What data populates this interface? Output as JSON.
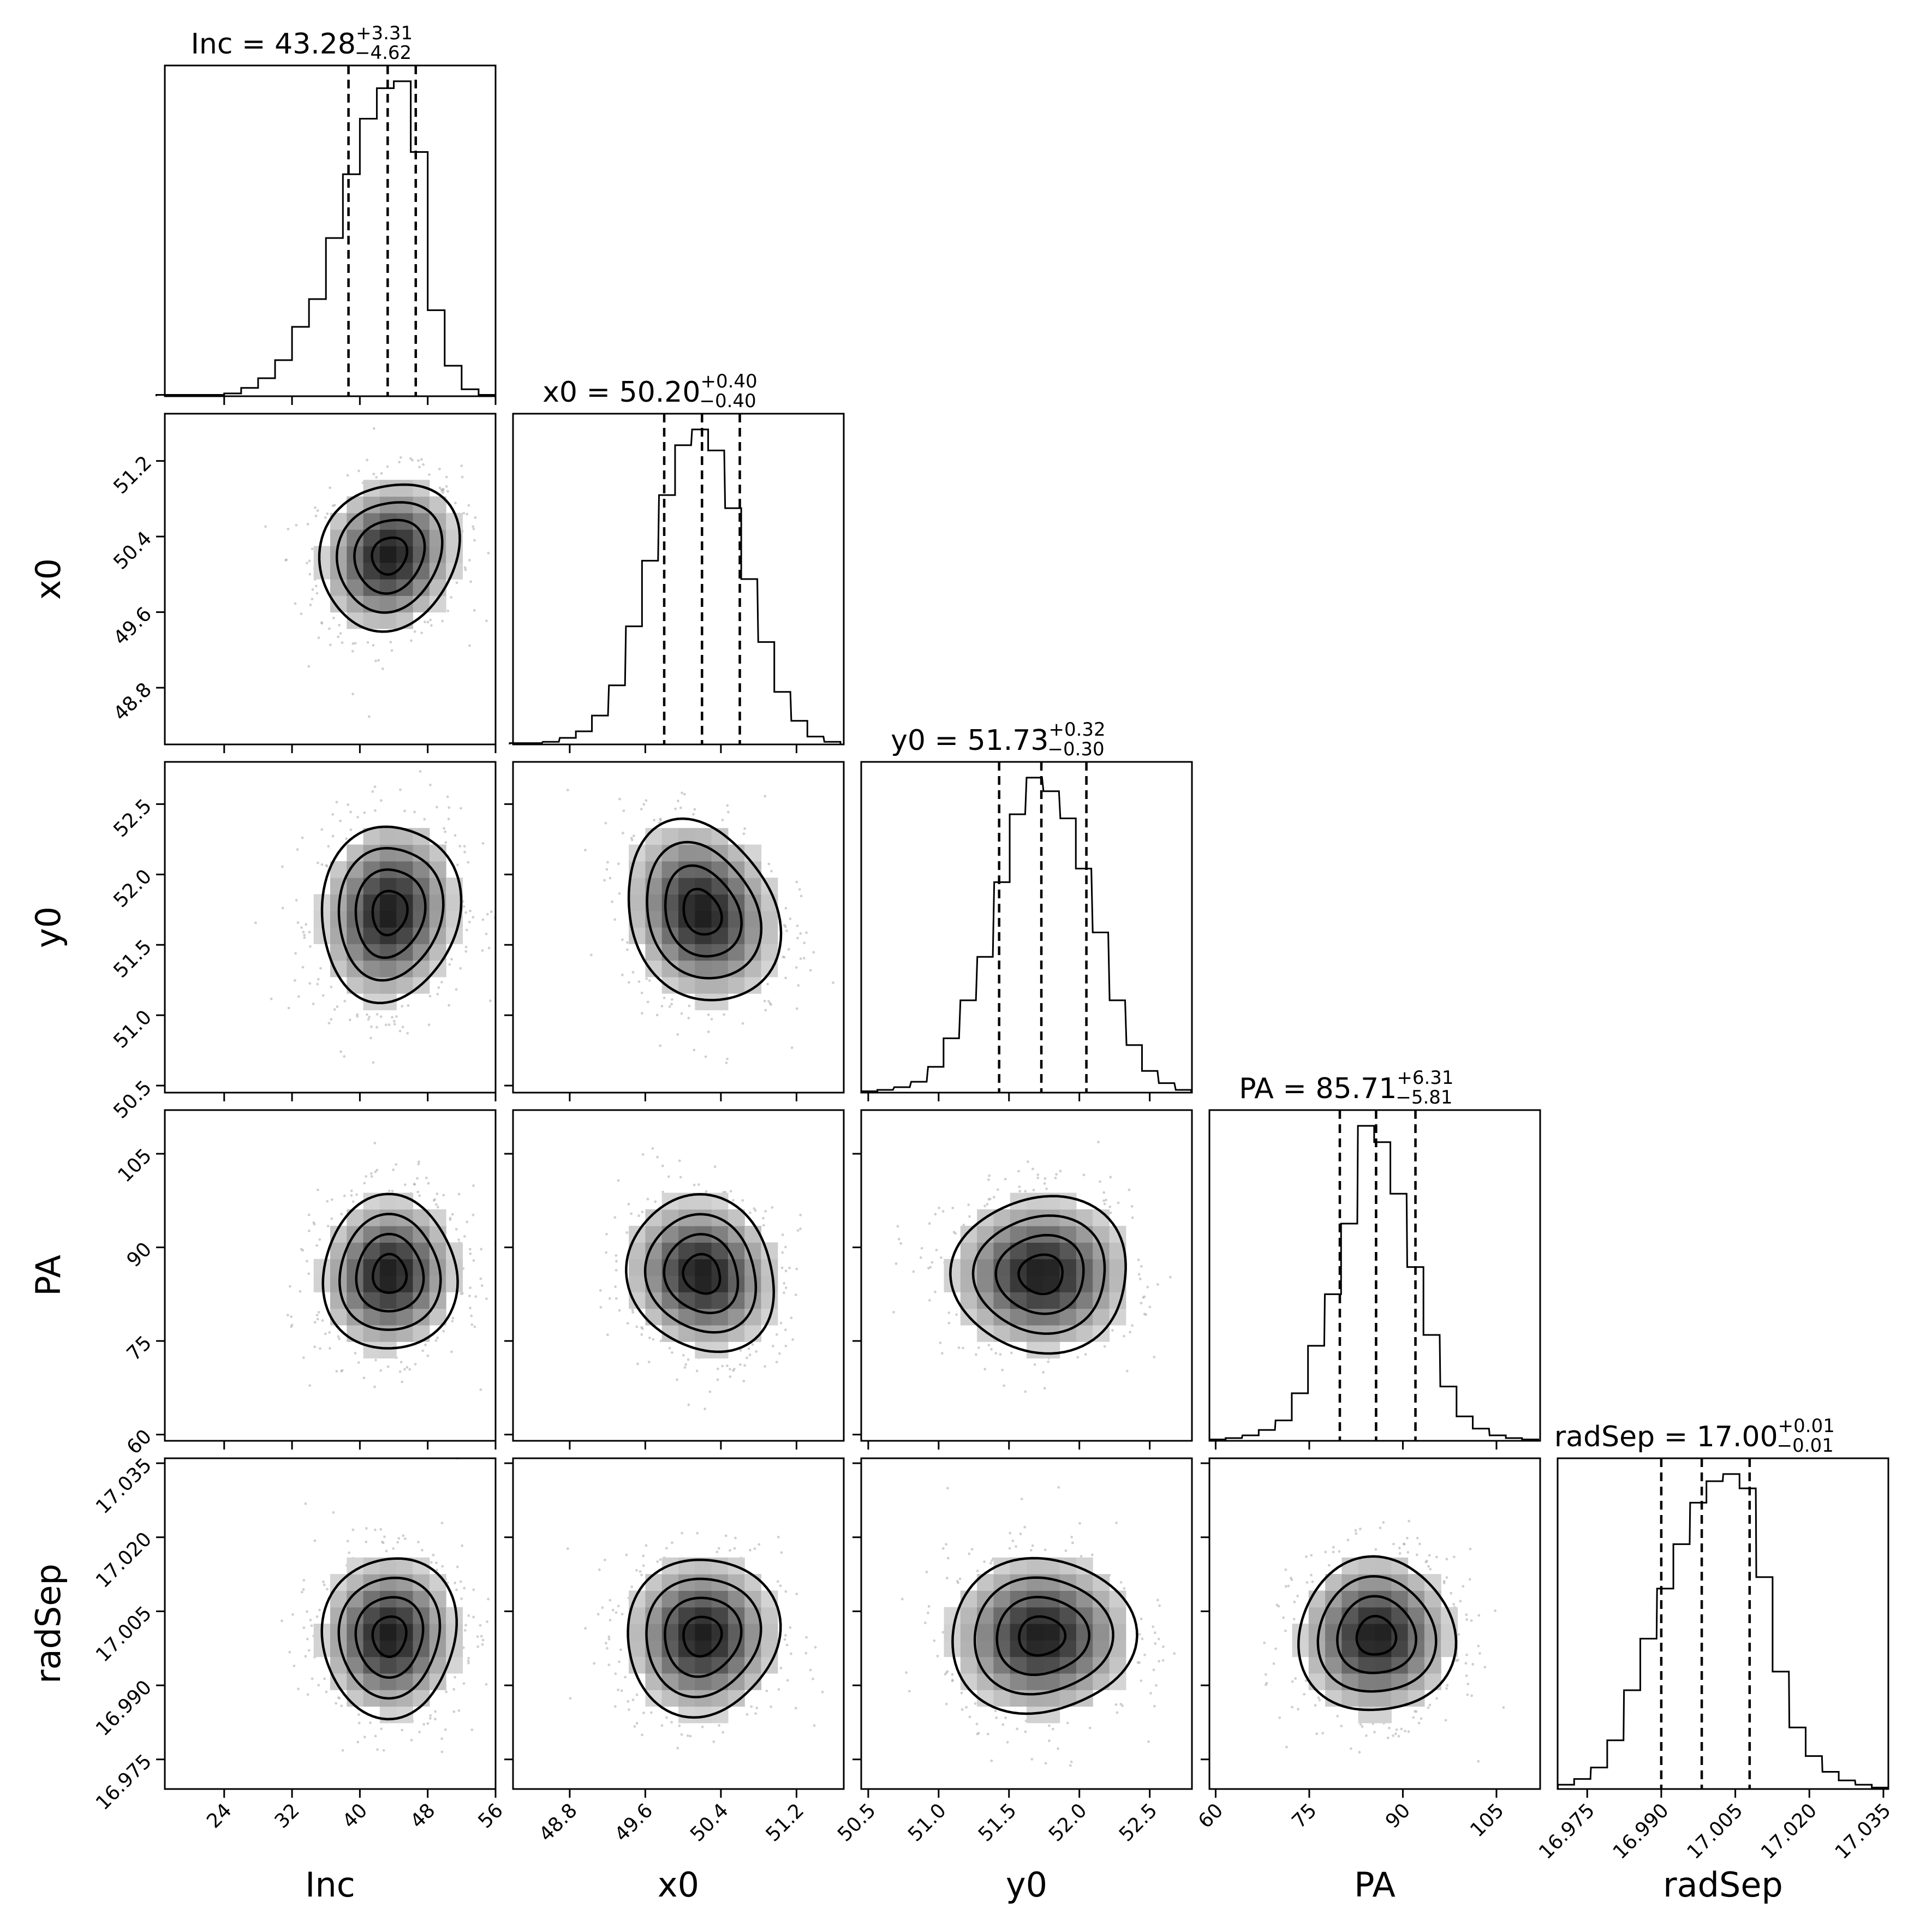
{
  "chart_data": {
    "type": "corner",
    "parameters": [
      {
        "name": "Inc",
        "label": "Inc",
        "title_prefix": "Inc = ",
        "median": "43.28",
        "plus": "+3.31",
        "minus": "−4.62",
        "range": [
          17,
          56
        ],
        "ticks": [
          24,
          32,
          40,
          48,
          56
        ],
        "tick_labels": [
          "24",
          "32",
          "40",
          "48",
          "56"
        ],
        "quantiles": [
          38.66,
          43.28,
          46.59
        ],
        "hist_x": [
          17,
          19,
          21,
          23,
          25,
          27,
          29,
          31,
          33,
          35,
          37,
          39,
          41,
          43,
          45,
          47,
          49,
          51,
          53,
          55
        ],
        "hist_y": [
          1,
          1,
          1,
          1,
          2,
          6,
          13,
          26,
          50,
          70,
          114,
          160,
          200,
          222,
          227,
          176,
          62,
          22,
          5,
          1
        ]
      },
      {
        "name": "x0",
        "label": "x0",
        "title_prefix": "x0 = ",
        "median": "50.20",
        "plus": "+0.40",
        "minus": "−0.40",
        "range": [
          48.2,
          51.7
        ],
        "ticks": [
          48.8,
          49.6,
          50.4,
          51.2
        ],
        "tick_labels": [
          "48.8",
          "49.6",
          "50.4",
          "51.2"
        ],
        "quantiles": [
          49.8,
          50.2,
          50.6
        ],
        "hist_x": [
          48.25,
          48.42,
          48.6,
          48.78,
          48.95,
          49.12,
          49.3,
          49.48,
          49.65,
          49.83,
          50.0,
          50.18,
          50.35,
          50.53,
          50.7,
          50.88,
          51.05,
          51.23,
          51.4,
          51.58
        ],
        "hist_y": [
          1,
          1,
          2,
          5,
          10,
          22,
          45,
          90,
          140,
          190,
          228,
          240,
          224,
          180,
          126,
          78,
          40,
          18,
          6,
          2
        ]
      },
      {
        "name": "y0",
        "label": "y0",
        "title_prefix": "y0 = ",
        "median": "51.73",
        "plus": "+0.32",
        "minus": "−0.30",
        "range": [
          50.45,
          52.8
        ],
        "ticks": [
          50.5,
          51.0,
          51.5,
          52.0,
          52.5
        ],
        "tick_labels": [
          "50.5",
          "51.0",
          "51.5",
          "52.0",
          "52.5"
        ],
        "quantiles": [
          51.43,
          51.73,
          52.05
        ],
        "hist_x": [
          50.51,
          50.62,
          50.74,
          50.86,
          50.98,
          51.09,
          51.21,
          51.33,
          51.45,
          51.56,
          51.68,
          51.8,
          51.92,
          52.03,
          52.15,
          52.27,
          52.39,
          52.5,
          52.62,
          52.74
        ],
        "hist_y": [
          1,
          2,
          4,
          8,
          19,
          40,
          68,
          100,
          155,
          205,
          232,
          222,
          202,
          165,
          118,
          68,
          35,
          16,
          7,
          2
        ]
      },
      {
        "name": "PA",
        "label": "PA",
        "title_prefix": "PA = ",
        "median": "85.71",
        "plus": "+6.31",
        "minus": "−5.81",
        "range": [
          59,
          112
        ],
        "ticks": [
          60,
          75,
          90,
          105
        ],
        "tick_labels": [
          "60",
          "75",
          "90",
          "105"
        ],
        "quantiles": [
          79.9,
          85.71,
          92.02
        ],
        "hist_x": [
          60.3,
          62.9,
          65.6,
          68.2,
          70.9,
          73.5,
          76.1,
          78.8,
          81.4,
          84.1,
          86.7,
          89.3,
          92.0,
          94.6,
          97.3,
          99.9,
          102.5,
          105.2,
          107.8,
          110.4
        ],
        "hist_y": [
          1,
          2,
          4,
          8,
          15,
          35,
          70,
          108,
          160,
          232,
          220,
          182,
          128,
          78,
          40,
          18,
          9,
          4,
          2,
          1
        ]
      },
      {
        "name": "radSep",
        "label": "radSep",
        "title_prefix": "radSep = ",
        "median": "17.00",
        "plus": "+0.01",
        "minus": "−0.01",
        "range": [
          16.969,
          17.036
        ],
        "ticks": [
          16.975,
          16.99,
          17.005,
          17.02,
          17.035
        ],
        "tick_labels": [
          "16.975",
          "16.990",
          "17.005",
          "17.020",
          "17.035"
        ],
        "quantiles": [
          16.99,
          16.9982,
          17.0079
        ],
        "hist_x": [
          16.9707,
          16.974,
          16.9774,
          16.9807,
          16.9841,
          16.9874,
          16.9908,
          16.9941,
          16.9975,
          17.0008,
          17.0042,
          17.0075,
          17.0109,
          17.0142,
          17.0176,
          17.0209,
          17.0243,
          17.0276,
          17.031,
          17.0343
        ],
        "hist_y": [
          3,
          7,
          15,
          34,
          69,
          105,
          140,
          171,
          200,
          215,
          220,
          210,
          148,
          82,
          43,
          23,
          12,
          6,
          3,
          1
        ]
      }
    ],
    "pairs": [
      {
        "x": "Inc",
        "y": "x0",
        "center": [
          43.5,
          50.2
        ],
        "sigma": [
          4.0,
          0.4
        ],
        "rho": 0.12
      },
      {
        "x": "Inc",
        "y": "y0",
        "center": [
          43.5,
          51.73
        ],
        "sigma": [
          4.0,
          0.32
        ],
        "rho": 0.1
      },
      {
        "x": "x0",
        "y": "y0",
        "center": [
          50.2,
          51.73
        ],
        "sigma": [
          0.4,
          0.32
        ],
        "rho": -0.15
      },
      {
        "x": "Inc",
        "y": "PA",
        "center": [
          43.5,
          85.71
        ],
        "sigma": [
          4.0,
          6.1
        ],
        "rho": 0.05
      },
      {
        "x": "x0",
        "y": "PA",
        "center": [
          50.2,
          85.71
        ],
        "sigma": [
          0.4,
          6.1
        ],
        "rho": -0.1
      },
      {
        "x": "y0",
        "y": "PA",
        "center": [
          51.73,
          85.71
        ],
        "sigma": [
          0.32,
          6.1
        ],
        "rho": 0.0
      },
      {
        "x": "Inc",
        "y": "radSep",
        "center": [
          43.5,
          17.0
        ],
        "sigma": [
          4.0,
          0.008
        ],
        "rho": 0.0
      },
      {
        "x": "x0",
        "y": "radSep",
        "center": [
          50.2,
          17.0
        ],
        "sigma": [
          0.4,
          0.008
        ],
        "rho": 0.0
      },
      {
        "x": "y0",
        "y": "radSep",
        "center": [
          51.73,
          17.0
        ],
        "sigma": [
          0.32,
          0.008
        ],
        "rho": 0.0
      },
      {
        "x": "PA",
        "y": "radSep",
        "center": [
          85.71,
          17.0
        ],
        "sigma": [
          6.1,
          0.008
        ],
        "rho": 0.0
      }
    ],
    "contour_levels_sigma": [
      0.5,
      1.0,
      1.5,
      2.0
    ],
    "colors": {
      "hist": "#000000",
      "density": "#000000",
      "points": "#999999",
      "background": "#ffffff"
    }
  }
}
